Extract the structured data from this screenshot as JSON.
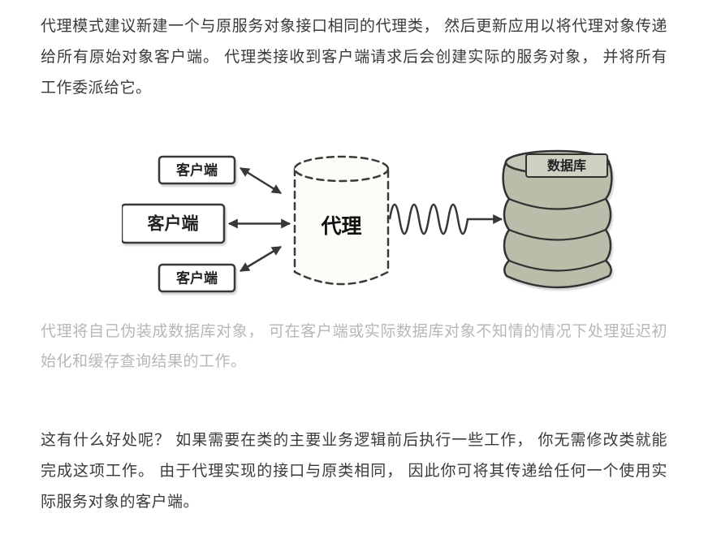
{
  "article": {
    "paragraph_intro": "代理模式建议新建一个与原服务对象接口相同的代理类， 然后更新应用以将代理对象传递给所有原始对象客户端。 代理类接收到客户端请求后会创建实际的服务对象， 并将所有工作委派给它。",
    "figure_caption": "代理将自己伪装成数据库对象， 可在客户端或实际数据库对象不知情的情况下处理延迟初始化和缓存查询结果的工作。",
    "paragraph_benefits": "这有什么好处呢？ 如果需要在类的主要业务逻辑前后执行一些工作， 你无需修改类就能完成这项工作。 由于代理实现的接口与原类相同， 因此你可将其传递给任何一个使用实际服务对象的客户端。"
  },
  "diagram": {
    "clients": [
      "客户端",
      "客户端",
      "客户端"
    ],
    "proxy_label": "代理",
    "database_label": "数据库"
  },
  "colors": {
    "body_text": "#3b3b3b",
    "caption_text": "#b7b7b7",
    "outline": "#383838",
    "database_fill": "#b9beab",
    "database_top_fill": "#c4c9b7",
    "database_label_fill": "#ced2c2",
    "proxy_fill": "#fcfcf7"
  }
}
